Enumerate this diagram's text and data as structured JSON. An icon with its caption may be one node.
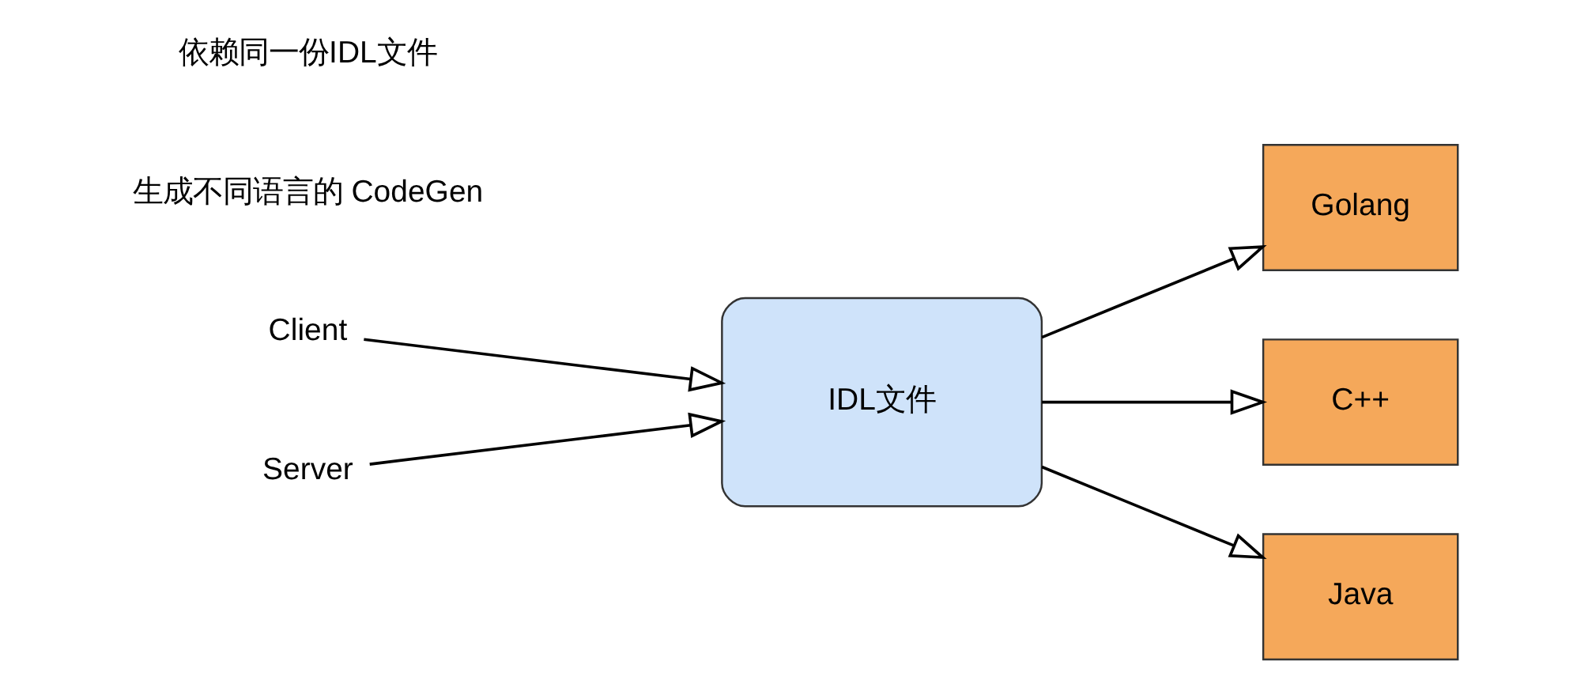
{
  "diagram": {
    "nodes": [
      {
        "text": [
          "Client"
        ]
      },
      {
        "text": [
          "Server"
        ]
      },
      {
        "text": [
          "IDL文件"
        ]
      },
      {
        "text": [
          "Golang"
        ]
      },
      {
        "text": [
          "C++"
        ]
      },
      {
        "text": [
          "Java"
        ]
      }
    ],
    "edges": [
      {
        "from": 0,
        "to": 2,
        "arrow": "to"
      },
      {
        "from": 1,
        "to": 2,
        "arrow": "to"
      },
      {
        "from": 2,
        "to": 3,
        "arrow": "to"
      },
      {
        "from": 2,
        "to": 4,
        "arrow": "to"
      },
      {
        "from": 2,
        "to": 5,
        "arrow": "to"
      }
    ],
    "labels": [
      "生成不同语言的 CodeGen",
      "依赖同一份IDL文件"
    ]
  }
}
